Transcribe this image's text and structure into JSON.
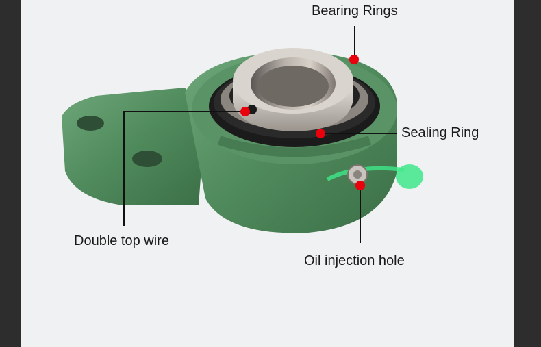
{
  "callouts": {
    "bearing_rings": "Bearing Rings",
    "sealing_ring": "Sealing Ring",
    "double_top_wire": "Double top wire",
    "oil_injection_hole": "Oil injection hole"
  },
  "colors": {
    "housing": "#4f8a5c",
    "marker": "#e8000c",
    "leader_line": "#111111",
    "grease_cap": "#3fe88a",
    "panel_bg": "#f0f1f3"
  },
  "icons": [
    "flange-bearing-image",
    "grease-nipple-icon",
    "marker-dot-icon"
  ]
}
